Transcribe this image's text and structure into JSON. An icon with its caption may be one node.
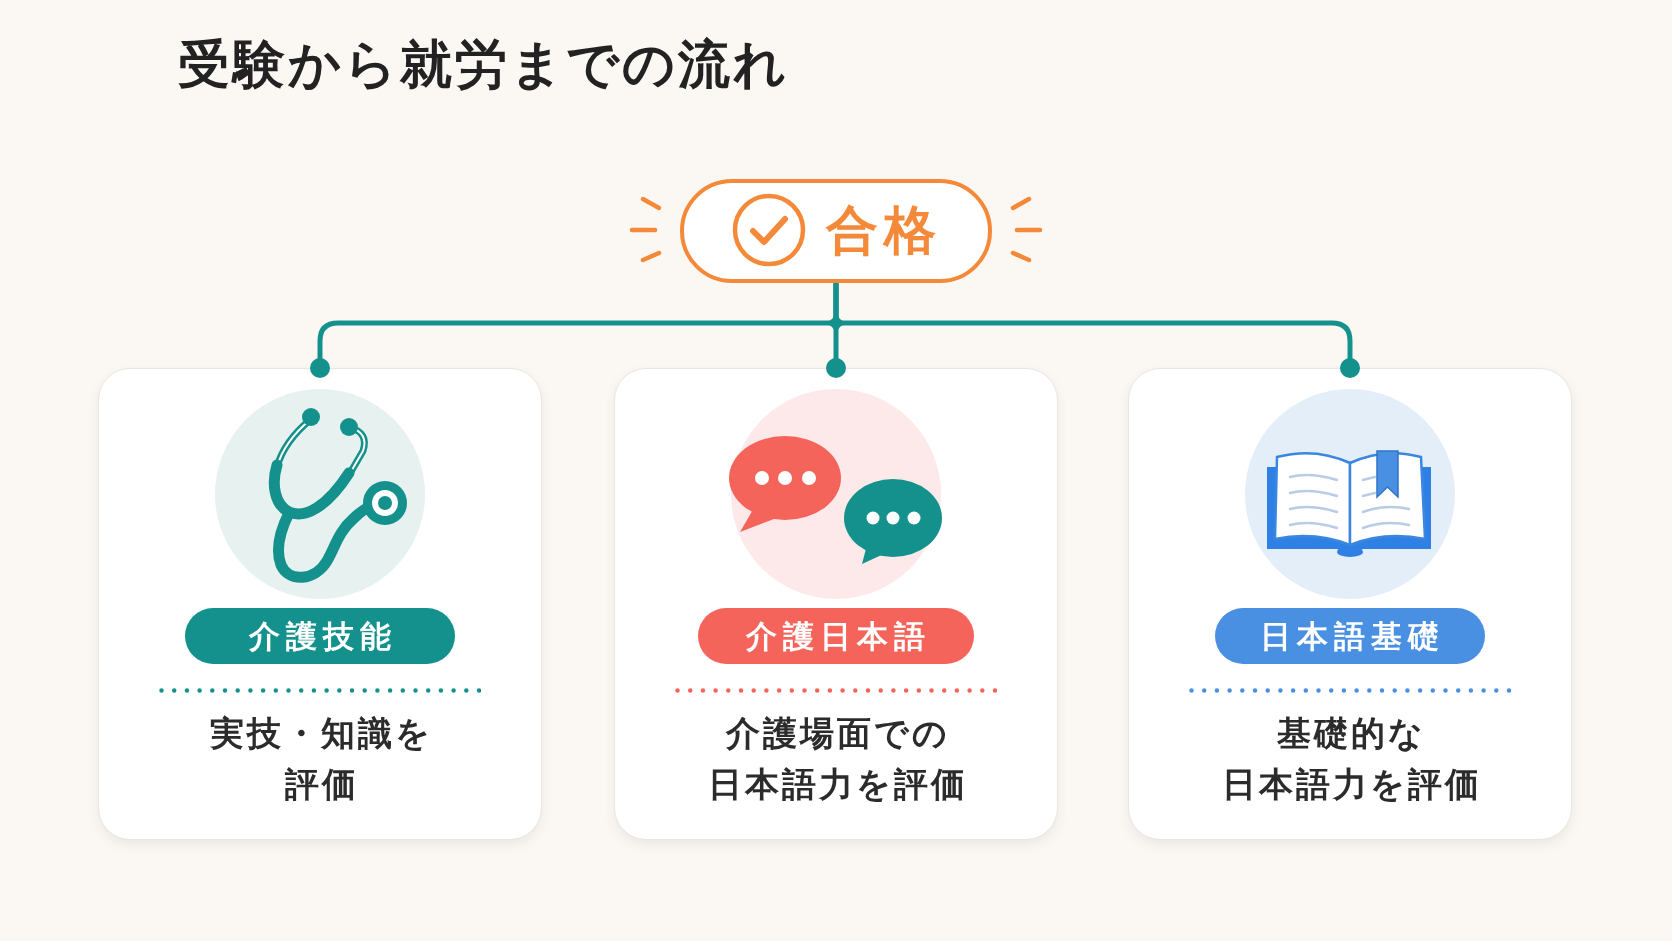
{
  "diagram": {
    "title": "受験から就労までの流れ",
    "nodes": [
      {
        "text": [
          "合格"
        ]
      },
      {
        "text": [
          "実技・知識を評価"
        ]
      },
      {
        "text": [
          "介護技能"
        ],
        "in": 1
      },
      {
        "text": [
          "介護場面での日本語力を評価"
        ]
      },
      {
        "text": [
          "介護日本語"
        ],
        "in": 3
      },
      {
        "text": [
          "基礎的な日本語力を評価"
        ]
      },
      {
        "text": [
          "日本語基礎"
        ],
        "in": 5
      }
    ],
    "edges": [
      {
        "from": 0,
        "to": 1,
        "arrow": "other"
      },
      {
        "from": 0,
        "to": 3,
        "arrow": "other"
      },
      {
        "from": 0,
        "to": 5,
        "arrow": "other"
      }
    ]
  }
}
